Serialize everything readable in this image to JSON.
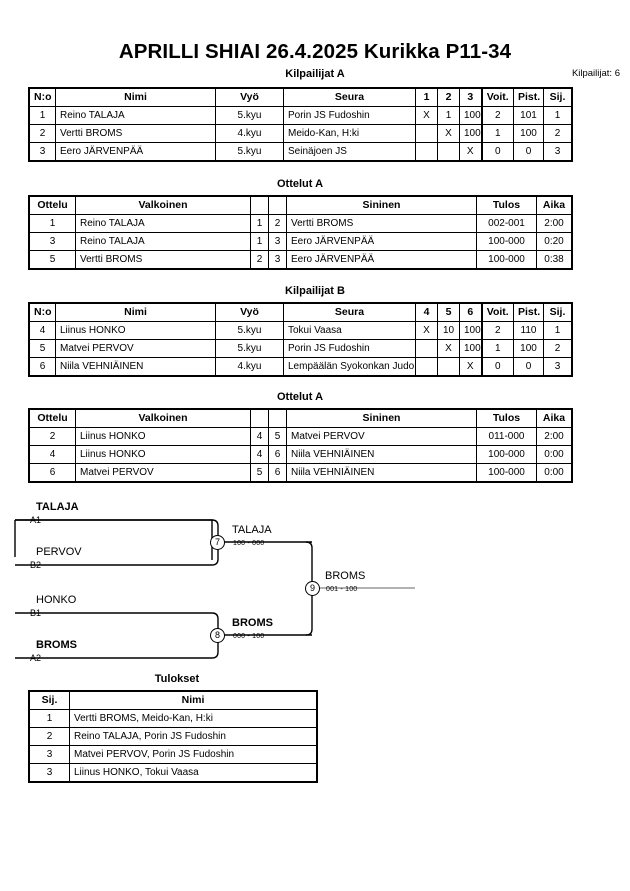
{
  "header": {
    "title": "APRILLI SHIAI  26.4.2025  Kurikka   P11-34",
    "entrants": "Kilpailijat: 6"
  },
  "pool_a": {
    "caption": "Kilpailijat A",
    "columns": [
      "N:o",
      "Nimi",
      "Vyö",
      "Seura",
      "1",
      "2",
      "3",
      "Voit.",
      "Pist.",
      "Sij."
    ],
    "rows": [
      {
        "no": "1",
        "name": "Reino TALAJA",
        "belt": "5.kyu",
        "club": "Porin JS Fudoshin",
        "m1": "X",
        "m2": "1",
        "m3": "100",
        "wins": "2",
        "points": "101",
        "rank": "1"
      },
      {
        "no": "2",
        "name": "Vertti BROMS",
        "belt": "4.kyu",
        "club": "Meido-Kan, H:ki",
        "m1": "",
        "m2": "X",
        "m3": "100",
        "wins": "1",
        "points": "100",
        "rank": "2"
      },
      {
        "no": "3",
        "name": "Eero JÄRVENPÄÄ",
        "belt": "5.kyu",
        "club": "Seinäjoen JS",
        "m1": "",
        "m2": "",
        "m3": "X",
        "wins": "0",
        "points": "0",
        "rank": "3"
      }
    ]
  },
  "matches_a": {
    "caption": "Ottelut A",
    "columns": [
      "Ottelu",
      "Valkoinen",
      "",
      "",
      "Sininen",
      "Tulos",
      "Aika"
    ],
    "rows": [
      {
        "match": "1",
        "white": "Reino TALAJA",
        "wno": "1",
        "bno": "2",
        "blue": "Vertti BROMS",
        "result": "002-001",
        "time": "2:00"
      },
      {
        "match": "3",
        "white": "Reino TALAJA",
        "wno": "1",
        "bno": "3",
        "blue": "Eero JÄRVENPÄÄ",
        "result": "100-000",
        "time": "0:20"
      },
      {
        "match": "5",
        "white": "Vertti BROMS",
        "wno": "2",
        "bno": "3",
        "blue": "Eero JÄRVENPÄÄ",
        "result": "100-000",
        "time": "0:38"
      }
    ]
  },
  "pool_b": {
    "caption": "Kilpailijat B",
    "columns": [
      "N:o",
      "Nimi",
      "Vyö",
      "Seura",
      "4",
      "5",
      "6",
      "Voit.",
      "Pist.",
      "Sij."
    ],
    "rows": [
      {
        "no": "4",
        "name": "Liinus HONKO",
        "belt": "5.kyu",
        "club": "Tokui Vaasa",
        "m1": "X",
        "m2": "10",
        "m3": "100",
        "wins": "2",
        "points": "110",
        "rank": "1"
      },
      {
        "no": "5",
        "name": "Matvei PERVOV",
        "belt": "5.kyu",
        "club": "Porin JS Fudoshin",
        "m1": "",
        "m2": "X",
        "m3": "100",
        "wins": "1",
        "points": "100",
        "rank": "2"
      },
      {
        "no": "6",
        "name": "Niila VEHNIÄINEN",
        "belt": "4.kyu",
        "club": "Lempäälän Syokonkan Judo",
        "m1": "",
        "m2": "",
        "m3": "X",
        "wins": "0",
        "points": "0",
        "rank": "3"
      }
    ]
  },
  "matches_b": {
    "caption": "Ottelut A",
    "columns": [
      "Ottelu",
      "Valkoinen",
      "",
      "",
      "Sininen",
      "Tulos",
      "Aika"
    ],
    "rows": [
      {
        "match": "2",
        "white": "Liinus HONKO",
        "wno": "4",
        "bno": "5",
        "blue": "Matvei PERVOV",
        "result": "011-000",
        "time": "2:00"
      },
      {
        "match": "4",
        "white": "Liinus HONKO",
        "wno": "4",
        "bno": "6",
        "blue": "Niila VEHNIÄINEN",
        "result": "100-000",
        "time": "0:00"
      },
      {
        "match": "6",
        "white": "Matvei PERVOV",
        "wno": "5",
        "bno": "6",
        "blue": "Niila VEHNIÄINEN",
        "result": "100-000",
        "time": "0:00"
      }
    ]
  },
  "bracket": {
    "entries": [
      {
        "name": "TALAJA",
        "seed": "A1",
        "winner": true
      },
      {
        "name": "PERVOV",
        "seed": "B2",
        "winner": false
      },
      {
        "name": "HONKO",
        "seed": "B1",
        "winner": false
      },
      {
        "name": "BROMS",
        "seed": "A2",
        "winner": true
      }
    ],
    "nodes": [
      {
        "number": "7",
        "winner": "TALAJA",
        "score": "100 - 000",
        "bold": false
      },
      {
        "number": "8",
        "winner": "BROMS",
        "score": "000 - 100",
        "bold": true
      },
      {
        "number": "9",
        "winner": "BROMS",
        "score": "001 - 100",
        "bold": false
      }
    ]
  },
  "results": {
    "caption": "Tulokset",
    "columns": [
      "Sij.",
      "Nimi"
    ],
    "rows": [
      {
        "rank": "1",
        "name": "Vertti BROMS, Meido-Kan, H:ki"
      },
      {
        "rank": "2",
        "name": "Reino TALAJA, Porin JS Fudoshin"
      },
      {
        "rank": "3",
        "name": "Matvei PERVOV, Porin JS Fudoshin"
      },
      {
        "rank": "3",
        "name": "Liinus HONKO, Tokui Vaasa"
      }
    ]
  }
}
